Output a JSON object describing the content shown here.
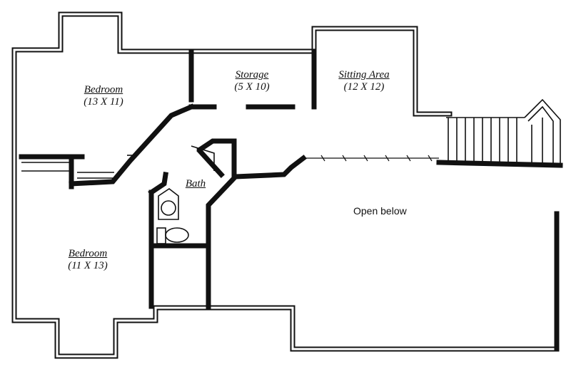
{
  "rooms": {
    "bedroom_upper": {
      "name": "Bedroom",
      "dims": "(13 X 11)"
    },
    "storage": {
      "name": "Storage",
      "dims": "(5 X 10)"
    },
    "sitting_area": {
      "name": "Sitting Area",
      "dims": "(12 X 12)"
    },
    "bath": {
      "name": "Bath"
    },
    "bedroom_lower": {
      "name": "Bedroom",
      "dims": "(11 X 13)"
    }
  },
  "open_area": {
    "label": "Open below"
  }
}
